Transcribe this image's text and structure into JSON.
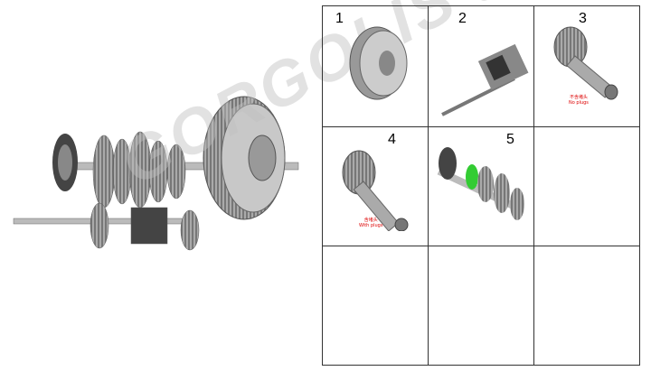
{
  "cells": [
    {
      "number": "1"
    },
    {
      "number": "2"
    },
    {
      "number": "3",
      "label_cn": "不含堵头",
      "label_en": "No plugs"
    },
    {
      "number": "4",
      "label_cn": "含堵头",
      "label_en": "With plugs"
    },
    {
      "number": "5"
    }
  ],
  "watermark": {
    "brand": "GORGOLIS",
    "suffix": "S.A."
  },
  "colors": {
    "label_red": "#dd0000",
    "part_gray": "#9a9a9a",
    "accent_green": "#33cc33"
  }
}
